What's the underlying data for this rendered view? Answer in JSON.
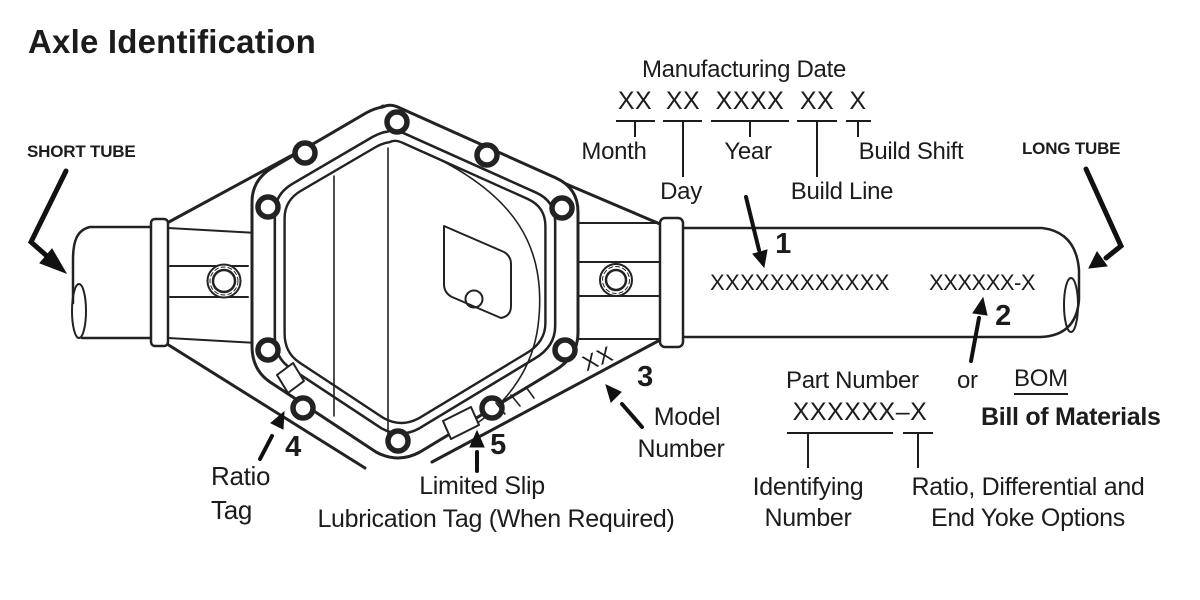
{
  "title": "Axle Identification",
  "colors": {
    "ink": "#1c1c1c",
    "line": "#222222",
    "background": "#ffffff"
  },
  "tube_labels": {
    "short": "SHORT TUBE",
    "long": "LONG TUBE"
  },
  "manufacturing_date": {
    "title": "Manufacturing Date",
    "groups": [
      "XX",
      "XX",
      "XXXX",
      "XX",
      "X"
    ],
    "field_labels": {
      "month": "Month",
      "day": "Day",
      "year": "Year",
      "build_line": "Build Line",
      "build_shift": "Build Shift"
    }
  },
  "stampings": {
    "serial_stamp": "XXXXXXXXXXXX",
    "part_stamp": "XXXXXX-X",
    "model_stamp": "XX"
  },
  "callouts": {
    "c1": "1",
    "c2": "2",
    "c3": "3",
    "c4": "4",
    "c5": "5"
  },
  "part_number_block": {
    "part_number": "Part Number",
    "or": "or",
    "bom": "BOM",
    "bill_of_materials": "Bill of Materials",
    "pattern": "XXXXXX–X",
    "identifying": [
      "Identifying",
      "Number"
    ],
    "options": [
      "Ratio, Differential and",
      "End Yoke Options"
    ]
  },
  "labels": {
    "model": [
      "Model",
      "Number"
    ],
    "ratio_tag": [
      "Ratio",
      "Tag"
    ],
    "limited_slip": [
      "Limited Slip",
      "Lubrication Tag (When Required)"
    ]
  }
}
